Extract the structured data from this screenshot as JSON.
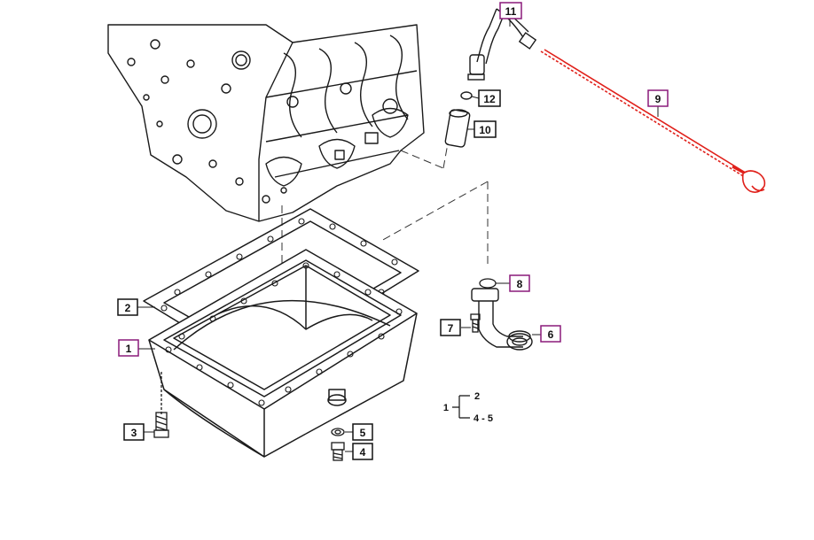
{
  "colors": {
    "line": "#1a1a1a",
    "highlight_part": "#e0201a",
    "highlight_box": "#8a1a7a",
    "box": "#111111"
  },
  "callouts": [
    {
      "id": "1",
      "label": "1",
      "highlighted": true
    },
    {
      "id": "2",
      "label": "2",
      "highlighted": false
    },
    {
      "id": "3",
      "label": "3",
      "highlighted": false
    },
    {
      "id": "4",
      "label": "4",
      "highlighted": false
    },
    {
      "id": "5",
      "label": "5",
      "highlighted": false
    },
    {
      "id": "6",
      "label": "6",
      "highlighted": true
    },
    {
      "id": "7",
      "label": "7",
      "highlighted": false
    },
    {
      "id": "8",
      "label": "8",
      "highlighted": true
    },
    {
      "id": "9",
      "label": "9",
      "highlighted": true
    },
    {
      "id": "10",
      "label": "10",
      "highlighted": false
    },
    {
      "id": "11",
      "label": "11",
      "highlighted": true
    },
    {
      "id": "12",
      "label": "12",
      "highlighted": false
    }
  ],
  "legend": {
    "parent": "1",
    "children": [
      "2",
      "4 - 5"
    ]
  }
}
